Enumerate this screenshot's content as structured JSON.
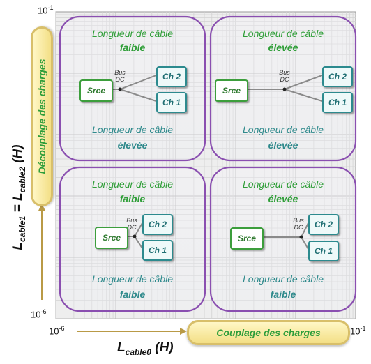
{
  "axes": {
    "y_top_tick": "10",
    "y_top_exp": "-1",
    "y_bottom_tick": "10",
    "y_bottom_exp": "-6",
    "x_left_tick": "10",
    "x_left_exp": "-6",
    "x_right_tick": "10",
    "x_right_exp": "-1",
    "y_label_main": "L",
    "y_label_sub1": "cable1",
    "y_label_eq": " = L",
    "y_label_sub2": "cable2",
    "y_label_unit": " (H)",
    "x_label_main": "L",
    "x_label_sub": "cable0",
    "x_label_unit": " (H)"
  },
  "pills": {
    "x": "Couplage des charges",
    "y": "Découplage des charges"
  },
  "quadrants": {
    "tl": {
      "top_text": "Longueur de câble",
      "top_level": "faible",
      "bottom_text": "Longueur de câble",
      "bottom_level": "élevée"
    },
    "tr": {
      "top_text": "Longueur de câble",
      "top_level": "élevée",
      "bottom_text": "Longueur de câble",
      "bottom_level": "élevée"
    },
    "bl": {
      "top_text": "Longueur de câble",
      "top_level": "faible",
      "bottom_text": "Longueur de câble",
      "bottom_level": "faible"
    },
    "br": {
      "top_text": "Longueur de câble",
      "top_level": "élevée",
      "bottom_text": "Longueur de câble",
      "bottom_level": "faible"
    }
  },
  "blocks": {
    "srce": "Srce",
    "ch2": "Ch 2",
    "ch1": "Ch 1",
    "bus_line1": "Bus",
    "bus_line2": "DC"
  },
  "colors": {
    "frame_purple": "#8a4fb0",
    "green_text": "#2f9e38",
    "teal_text": "#2f8a8c",
    "pill_fill": "#f3df86"
  }
}
